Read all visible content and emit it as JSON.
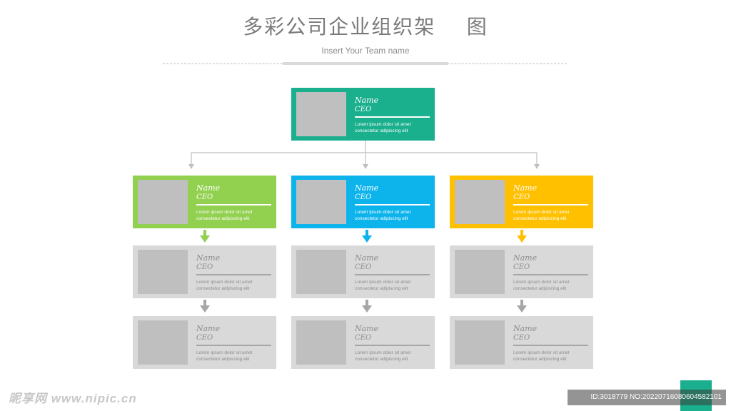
{
  "title": "多彩公司企业组织架    图",
  "subtitle": "Insert Your Team name",
  "cards": {
    "top": {
      "name": "Name",
      "role": "CEO",
      "desc1": "Lorem ipsum dolor sit amet",
      "desc2": "consectetur adipiscing elit",
      "color": "#1aaf8d"
    },
    "l1a": {
      "name": "Name",
      "role": "CEO",
      "desc1": "Lorem ipsum dolor sit amet",
      "desc2": "consectetur adipiscing elit",
      "color": "#92d050"
    },
    "l1b": {
      "name": "Name",
      "role": "CEO",
      "desc1": "Lorem ipsum dolor sit amet",
      "desc2": "consectetur adipiscing elit",
      "color": "#0db4ec"
    },
    "l1c": {
      "name": "Name",
      "role": "CEO",
      "desc1": "Lorem ipsum dolor sit amet",
      "desc2": "consectetur adipiscing elit",
      "color": "#ffc000"
    },
    "l2a": {
      "name": "Name",
      "role": "CEO",
      "desc1": "Lorem ipsum dolor sit amet",
      "desc2": "consectetur adipiscing elit"
    },
    "l2b": {
      "name": "Name",
      "role": "CEO",
      "desc1": "Lorem ipsum dolor sit amet",
      "desc2": "consectetur adipiscing elit"
    },
    "l2c": {
      "name": "Name",
      "role": "CEO",
      "desc1": "Lorem ipsum dolor sit amet",
      "desc2": "consectetur adipiscing elit"
    },
    "l3a": {
      "name": "Name",
      "role": "CEO",
      "desc1": "Lorem ipsum dolor sit amet",
      "desc2": "consectetur adipiscing elit"
    },
    "l3b": {
      "name": "Name",
      "role": "CEO",
      "desc1": "Lorem ipsum dolor sit amet",
      "desc2": "consectetur adipiscing elit"
    },
    "l3c": {
      "name": "Name",
      "role": "CEO",
      "desc1": "Lorem ipsum dolor sit amet",
      "desc2": "consectetur adipiscing elit"
    }
  },
  "colors": {
    "connector": "#bfbfbf",
    "grey_arrow": "#a6a6a6",
    "card_grey": "#d9d9d9",
    "accent": "#1aaf8d"
  },
  "watermark": {
    "left": "昵享网 www.nipic.cn",
    "right": "ID:3018779 NO:20220716080604582101"
  }
}
